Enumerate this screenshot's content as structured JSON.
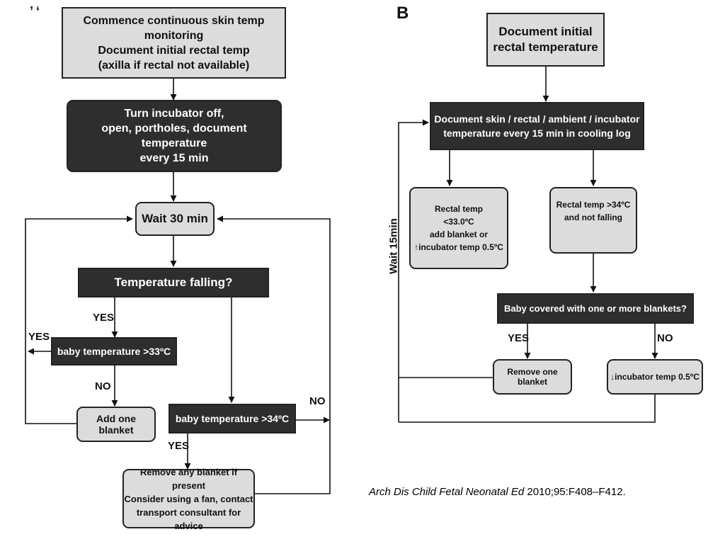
{
  "panel_a": {
    "letter_mark": "’ ‘",
    "start_box": [
      "Commence continuous skin temp monitoring",
      "Document initial rectal temp",
      "(axilla if rectal not available)"
    ],
    "incubator_box": [
      "Turn incubator off,",
      "open, portholes, document  temperature",
      "every 15 min"
    ],
    "wait_box": "Wait 30 min",
    "falling_box": "Temperature  falling?",
    "yes_label_falling": "YES",
    "baby33_box": "baby temperature >33ºC",
    "yes_label_33": "YES",
    "no_label_33": "NO",
    "add_blanket_box": "Add one blanket",
    "baby34_box": "baby temperature >34ºC",
    "no_label_34": "NO",
    "yes_label_34": "YES",
    "remove_box": [
      "Remove any blanket if present",
      "Consider using a fan, contact",
      "transport consultant for advice"
    ]
  },
  "panel_b": {
    "letter": "B",
    "doc_initial_box": [
      "Document initial",
      "rectal temperature"
    ],
    "doc_skin_box": [
      "Document skin / rectal / ambient / incubator",
      "temperature every 15 min  in cooling log"
    ],
    "rectal_low_box": [
      "Rectal temp",
      "<33.0ºC",
      "add blanket or",
      "↑incubator temp 0.5ºC"
    ],
    "rectal_high_box": [
      "Rectal temp >34ºC",
      "and not falling"
    ],
    "covered_box": "Baby covered with one or more blankets?",
    "yes_label": "YES",
    "no_label": "NO",
    "remove_one_box": "Remove one blanket",
    "lower_incubator_box": "↓incubator temp 0.5ºC",
    "wait_label": "Wait 15min"
  },
  "citation": {
    "journal": "Arch Dis Child Fetal Neonatal Ed",
    "ref": " 2010;95:F408–F412."
  }
}
